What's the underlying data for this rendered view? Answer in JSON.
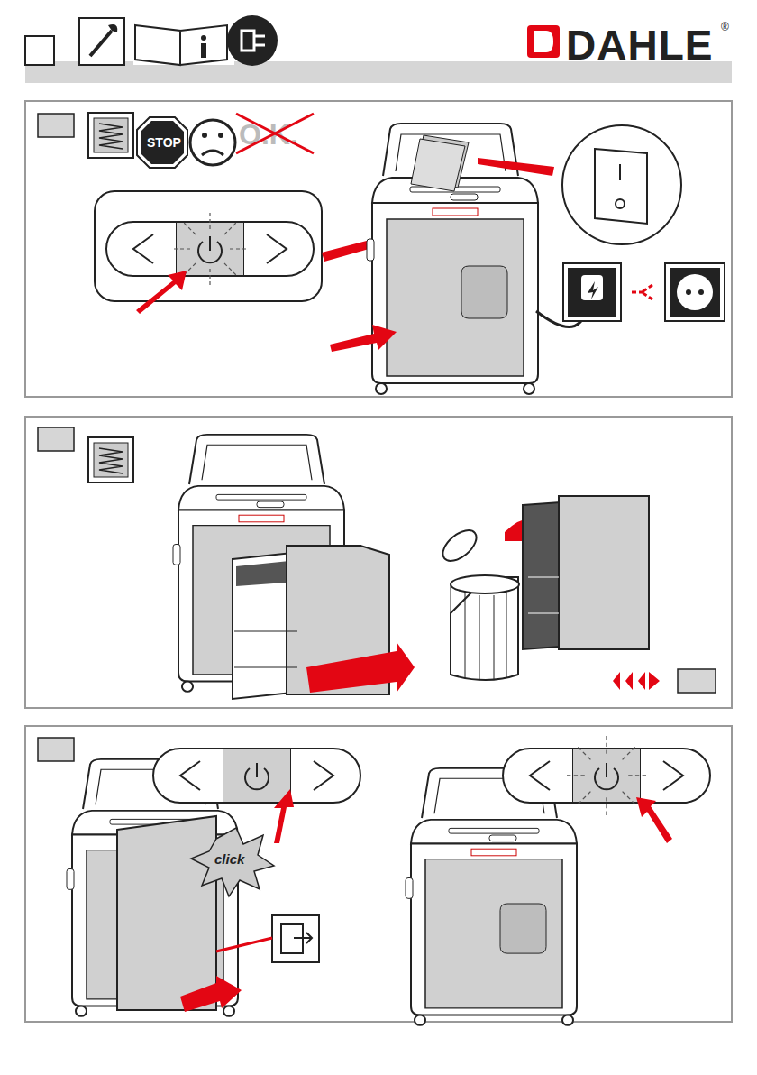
{
  "diagram": {
    "labels": [
      "DAHLE",
      "®",
      "STOP",
      "O.K.",
      "click"
    ]
  }
}
